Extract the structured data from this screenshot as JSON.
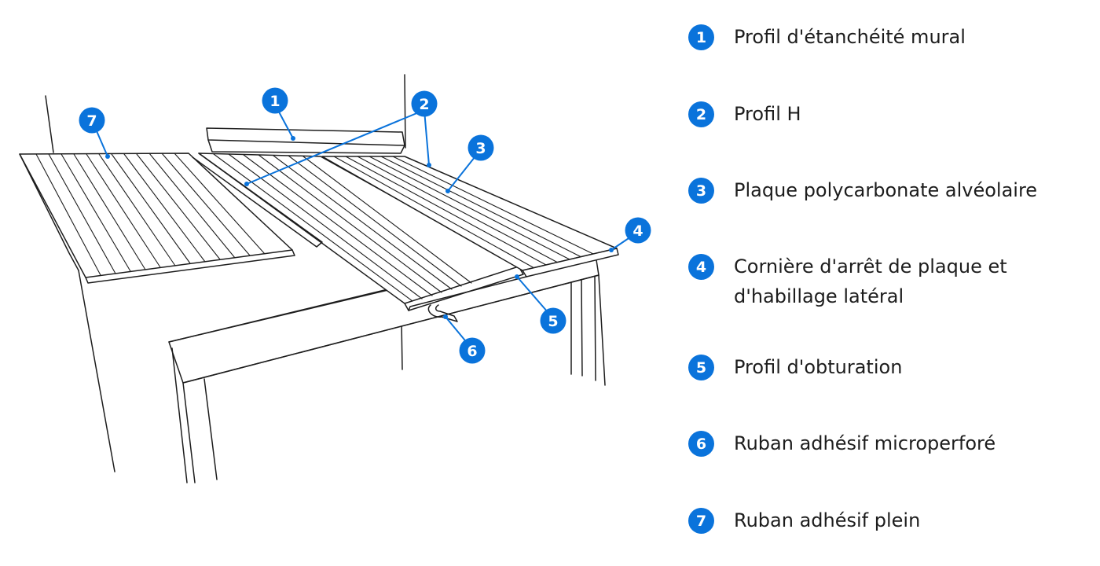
{
  "accent_color": "#0a73db",
  "callouts": [
    {
      "number": "1",
      "label": "Profil d'étanchéité mural"
    },
    {
      "number": "2",
      "label": "Profil H"
    },
    {
      "number": "3",
      "label": "Plaque polycarbonate alvéolaire"
    },
    {
      "number": "4",
      "label": "Cornière d'arrêt de plaque et",
      "label_line2": "d'habillage latéral"
    },
    {
      "number": "5",
      "label": "Profil d'obturation"
    },
    {
      "number": "6",
      "label": "Ruban adhésif microperforé"
    },
    {
      "number": "7",
      "label": "Ruban adhésif plein"
    }
  ]
}
